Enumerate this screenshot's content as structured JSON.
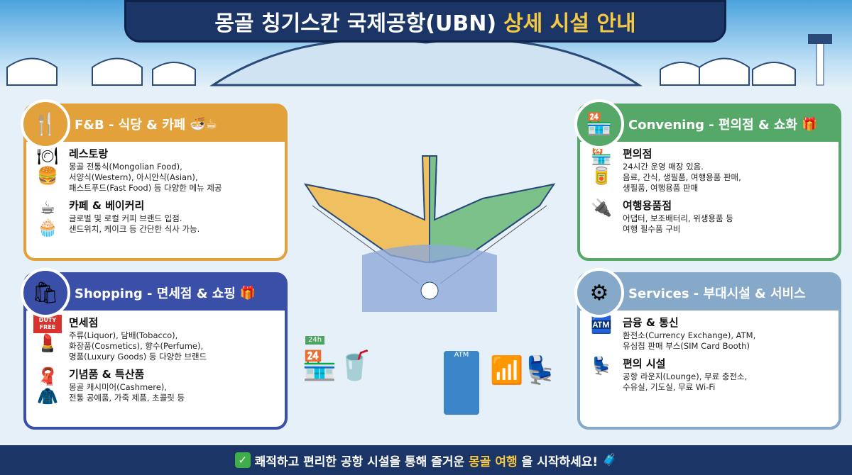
{
  "title": {
    "main": "몽골 칭기스칸 국제공항(UBN)",
    "highlight": "상세 시설 안내"
  },
  "panels": {
    "fb": {
      "title": "F&B - 식당 & 카페",
      "items": [
        {
          "heading": "레스토랑",
          "text": "몽골 전통식(Mongolian Food),\n서양식(Western), 아시안식(Asian),\n패스트푸드(Fast Food) 등 다양한 메뉴 제공"
        },
        {
          "heading": "카페 & 베이커리",
          "text": "글로벌 및 로컬 커피 브랜드 입점.\n샌드위치, 케이크 등 간단한 식사 가능."
        }
      ]
    },
    "cv": {
      "title": "Convening - 편의점 & 쇼화",
      "items": [
        {
          "heading": "편의점",
          "text": "24시간 운영 매장 있음.\n음료, 간식, 생필품, 여행용품 판매,\n생필품, 여행용품 판매"
        },
        {
          "heading": "여행용품점",
          "text": "어댑터, 보조배터리, 위생용품 등\n여행 필수품 구비"
        }
      ]
    },
    "sh": {
      "title": "Shopping - 면세점 & 쇼핑",
      "items": [
        {
          "heading": "면세점",
          "text": "주류(Liquor), 담배(Tobacco),\n화장품(Cosmetics), 향수(Perfume),\n명품(Luxury Goods) 등 다양한 브랜드"
        },
        {
          "heading": "기념품 & 특산품",
          "text": "몽골 캐시미어(Cashmere),\n전통 공예품, 가죽 제품, 초콜릿 등"
        }
      ]
    },
    "sv": {
      "title": "Services - 부대시설 & 서비스",
      "items": [
        {
          "heading": "금융 & 통신",
          "text": "환전소(Currency Exchange), ATM,\n유심칩 판매 부스(SIM Card Booth)"
        },
        {
          "heading": "편의 시설",
          "text": "공항 라운지(Lounge), 무료 충전소,\n수유실, 기도실, 무료 Wi-Fi"
        }
      ]
    }
  },
  "labels": {
    "store_24h": "24h",
    "atm": "ATM",
    "duty_free": "DUTY FREE"
  },
  "footer": {
    "pre": "쾌적하고 편리한 공항 시설을 통해 즐거운",
    "highlight": "몽골 여행",
    "post": "을 시작하세요!"
  }
}
